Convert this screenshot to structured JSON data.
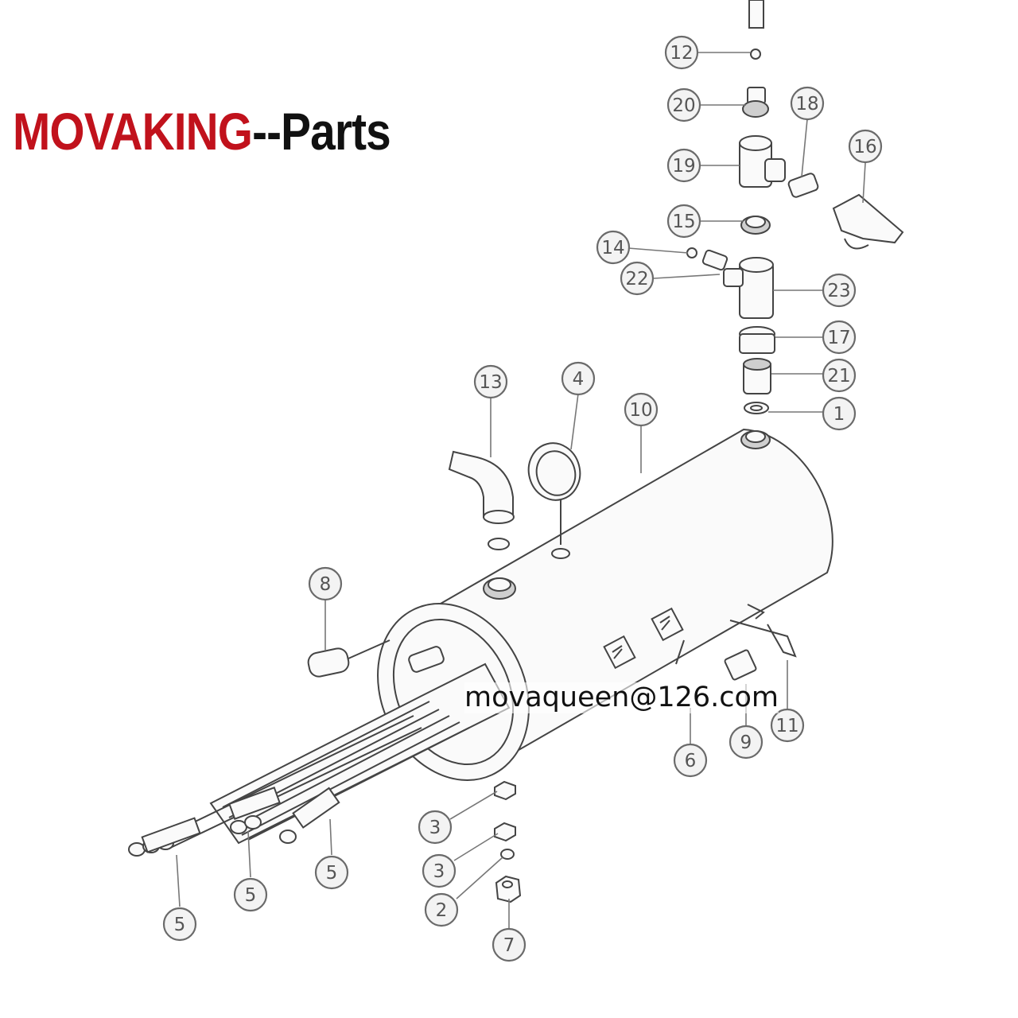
{
  "brand": {
    "primary": "MOVAKING",
    "secondary": "--Parts",
    "primary_color": "#c1121c",
    "secondary_color": "#111111"
  },
  "contact": {
    "email": "movaqueen@126.com"
  },
  "callouts": {
    "c12": "12",
    "c20": "20",
    "c18": "18",
    "c16": "16",
    "c19": "19",
    "c15": "15",
    "c14": "14",
    "c22": "22",
    "c23": "23",
    "c17": "17",
    "c21": "21",
    "c1": "1",
    "c13": "13",
    "c4": "4",
    "c10": "10",
    "c8": "8",
    "c6": "6",
    "c9": "9",
    "c11": "11",
    "c3a": "3",
    "c3b": "3",
    "c2": "2",
    "c7": "7",
    "c5a": "5",
    "c5b": "5",
    "c5c": "5"
  }
}
